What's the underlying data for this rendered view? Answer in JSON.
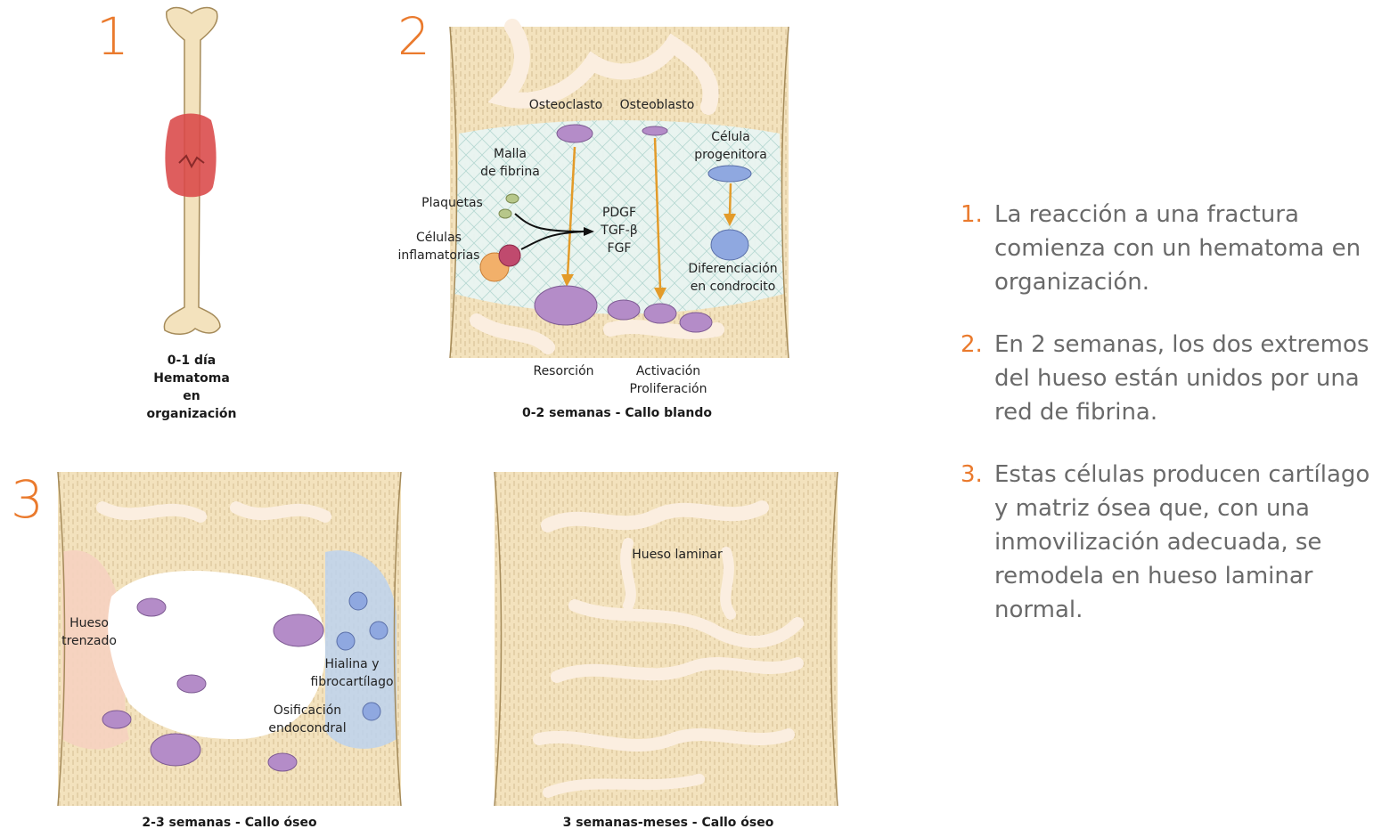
{
  "stages": [
    {
      "number": "1",
      "caption": [
        "0-1 día",
        "Hematoma",
        "en",
        "organización"
      ]
    },
    {
      "number": "2",
      "caption": "0-2 semanas - Callo blando"
    },
    {
      "number": "3",
      "caption": "2-3 semanas - Callo óseo"
    },
    {
      "caption": "3 semanas-meses - Callo óseo"
    }
  ],
  "panel2_labels": {
    "osteoclast": "Osteoclasto",
    "osteoblast": "Osteoblasto",
    "fibrin": [
      "Malla",
      "de fibrina"
    ],
    "platelets": "Plaquetas",
    "inflammatory": [
      "Células",
      "inflamatorias"
    ],
    "factors": [
      "PDGF",
      "TGF-β",
      "FGF"
    ],
    "progenitor": [
      "Célula",
      "progenitora"
    ],
    "differentiation": [
      "Diferenciación",
      "en condrocito"
    ],
    "resorption": "Resorción",
    "activation": [
      "Activación",
      "Proliferación"
    ]
  },
  "panel3_labels": {
    "woven_bone": [
      "Hueso",
      "trenzado"
    ],
    "cartilage": [
      "Hialina y",
      "fibrocartílago"
    ],
    "ossification": [
      "Osificación",
      "endocondral"
    ]
  },
  "panel4_labels": {
    "lamellar": "Hueso laminar"
  },
  "steps": [
    {
      "num": "1.",
      "text": "La reacción a una fractura comienza con un hematoma en organización."
    },
    {
      "num": "2.",
      "text": "En 2 semanas, los dos extremos del hueso están unidos por una red de fibrina."
    },
    {
      "num": "3.",
      "text": "Estas células producen cartílago y matriz ósea que, con una inmovilización adecuada, se remodela en hueso laminar normal."
    }
  ],
  "colors": {
    "accent": "#ea7a2d",
    "bone": "#f3e2bd",
    "marrow": "#fbeee0",
    "hematoma": "#d94848",
    "cell_purple": "#b48cc8",
    "arrow": "#e39b2a",
    "text_gray": "#6a6a6a"
  }
}
